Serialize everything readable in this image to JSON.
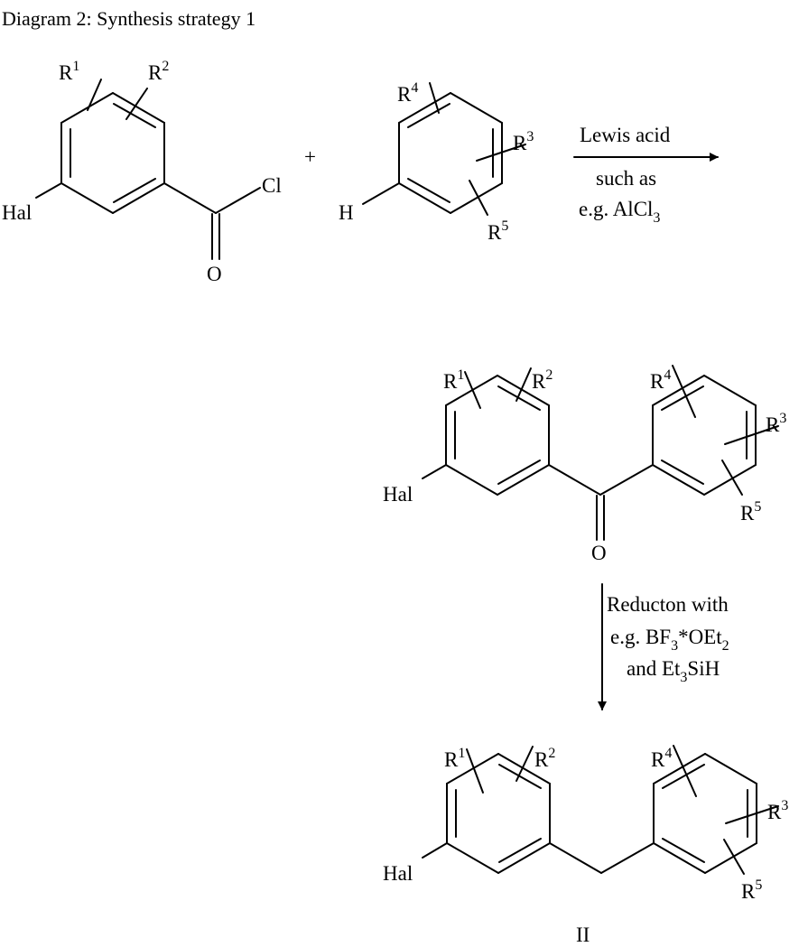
{
  "title": "Diagram 2: Synthesis strategy 1",
  "substituents": {
    "r1": "R",
    "r1_sup": "1",
    "r2": "R",
    "r2_sup": "2",
    "r3": "R",
    "r3_sup": "3",
    "r4": "R",
    "r4_sup": "4",
    "r5": "R",
    "r5_sup": "5"
  },
  "atoms": {
    "hal": "Hal",
    "cl": "Cl",
    "o": "O",
    "h": "H"
  },
  "plus": "+",
  "step1": {
    "line1": "Lewis acid",
    "line2": "such as",
    "line3_prefix": "e.g. AlCl",
    "line3_sub": "3"
  },
  "step2": {
    "line1": "Reducton with",
    "line2_a": "e.g. BF",
    "line2_sub1": "3",
    "line2_b": "*OEt",
    "line2_sub2": "2",
    "line3_a": "and Et",
    "line3_sub": "3",
    "line3_b": "SiH"
  },
  "product_label": "II"
}
